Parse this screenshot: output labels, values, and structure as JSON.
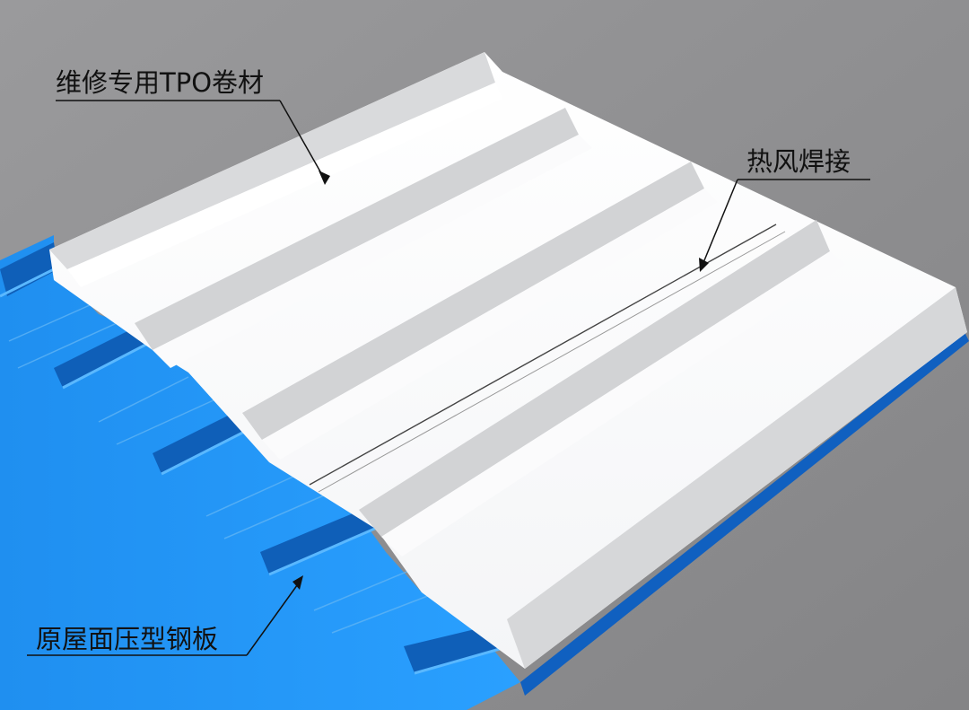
{
  "labels": {
    "tpo_membrane": "维修专用TPO卷材",
    "hot_air_weld": "热风焊接",
    "steel_sheet": "原屋面压型钢板"
  },
  "colors": {
    "background": "#8d8d8f",
    "membrane_white": "#ffffff",
    "membrane_shadow": "#d2d3d5",
    "steel_blue": "#1e90f0",
    "steel_blue_dark": "#0f5fb8",
    "leader_line": "#111111"
  }
}
